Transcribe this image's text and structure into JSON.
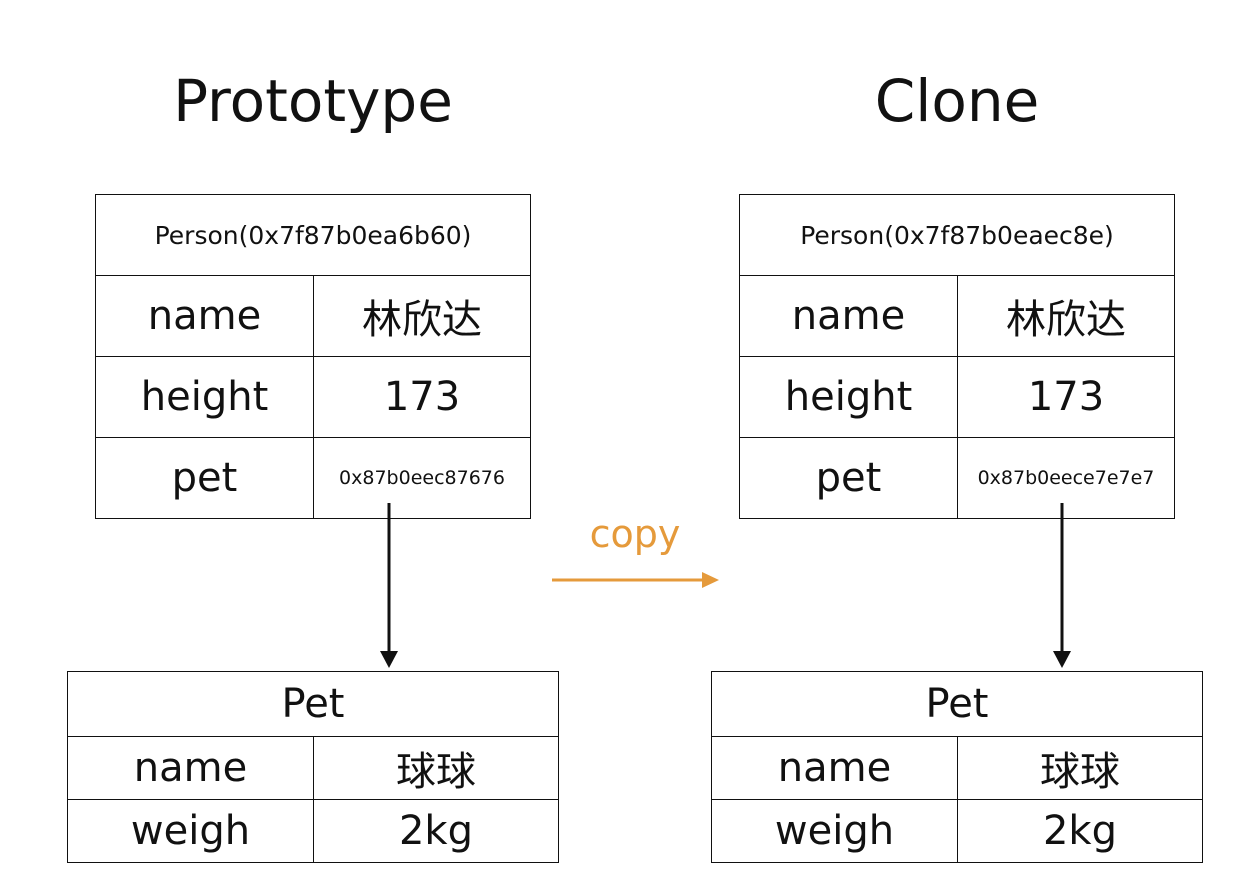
{
  "prototype": {
    "title": "Prototype",
    "person": {
      "header": "Person(0x7f87b0ea6b60)",
      "rows": [
        {
          "key": "name",
          "value": "林欣达"
        },
        {
          "key": "height",
          "value": "173"
        },
        {
          "key": "pet",
          "value": "0x87b0eec87676"
        }
      ]
    },
    "pet": {
      "header": "Pet",
      "rows": [
        {
          "key": "name",
          "value": "球球"
        },
        {
          "key": "weigh",
          "value": "2kg"
        }
      ]
    }
  },
  "clone": {
    "title": "Clone",
    "person": {
      "header": "Person(0x7f87b0eaec8e)",
      "rows": [
        {
          "key": "name",
          "value": "林欣达"
        },
        {
          "key": "height",
          "value": "173"
        },
        {
          "key": "pet",
          "value": "0x87b0eece7e7e7"
        }
      ]
    },
    "pet": {
      "header": "Pet",
      "rows": [
        {
          "key": "name",
          "value": "球球"
        },
        {
          "key": "weigh",
          "value": "2kg"
        }
      ]
    }
  },
  "copy_label": "copy",
  "colors": {
    "copy_arrow": "#e59a3b",
    "lines": "#111111"
  }
}
